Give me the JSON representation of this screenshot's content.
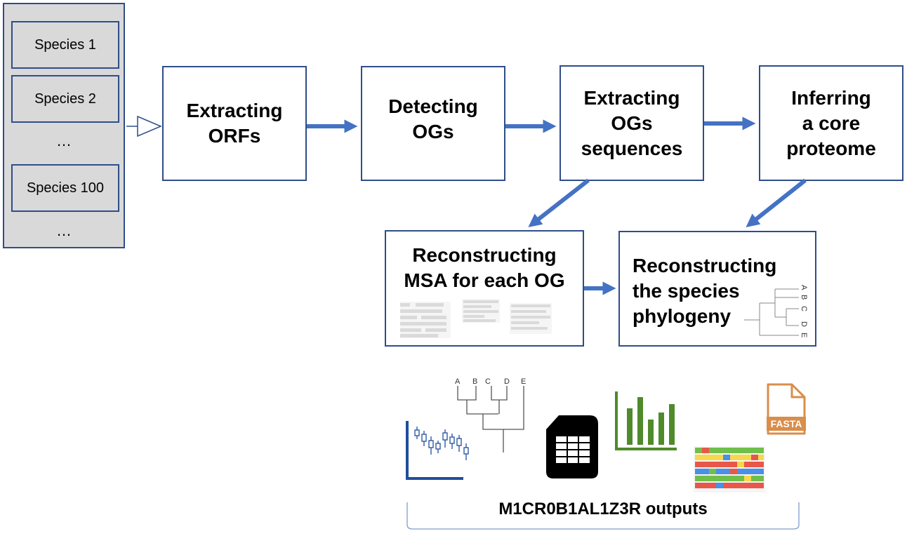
{
  "species": {
    "items": [
      "Species 1",
      "Species 2",
      "…",
      "Species 100",
      "…"
    ]
  },
  "steps": {
    "extract_orfs": [
      "Extracting",
      "ORFs"
    ],
    "detect_ogs": [
      "Detecting",
      "OGs"
    ],
    "extract_og_seqs": [
      "Extracting",
      "OGs",
      "sequences"
    ],
    "core_proteome": [
      "Inferring",
      "a core",
      "proteome"
    ],
    "msa": [
      "Reconstructing",
      "MSA for each OG"
    ],
    "phylogeny": [
      "Reconstructing",
      "the species",
      "phylogeny"
    ]
  },
  "tree_leaves": [
    "A",
    "B",
    "C",
    "D",
    "E"
  ],
  "outputs": {
    "label": "M1CR0B1AL1Z3R outputs",
    "fasta_badge": "FASTA"
  },
  "colors": {
    "arrow": "#4472c4",
    "border": "#2f4d89",
    "panel": "#d9d9d9",
    "fasta": "#d98e4b",
    "bar_chart": "#4f8a2b",
    "box_plot": "#1f4e9c"
  }
}
